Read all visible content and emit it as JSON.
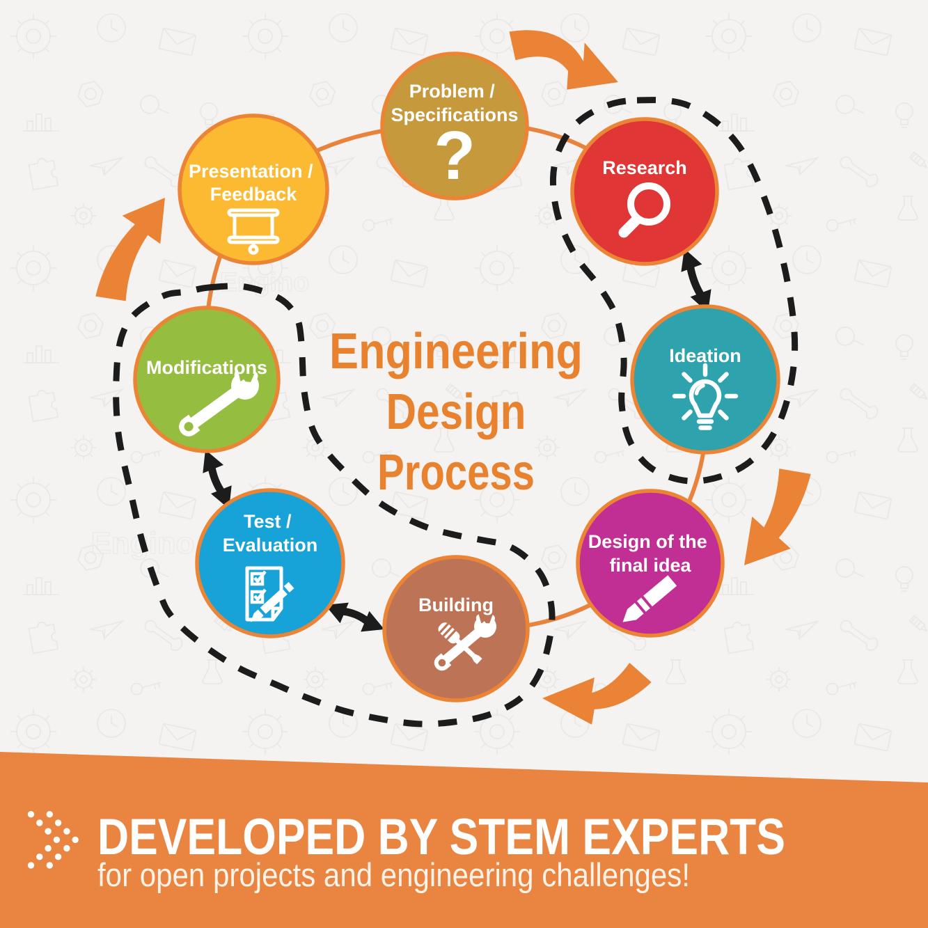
{
  "diagram": {
    "title": {
      "lines": [
        "Engineering",
        "Design",
        "Process"
      ],
      "color": "#e8822f"
    },
    "steps": [
      {
        "id": "problem",
        "label_lines": [
          "Problem /",
          "Specifications"
        ],
        "icon": "question-mark-icon",
        "color": "#c6993d"
      },
      {
        "id": "research",
        "label_lines": [
          "Research"
        ],
        "icon": "magnifier-icon",
        "color": "#e13636"
      },
      {
        "id": "ideation",
        "label_lines": [
          "Ideation"
        ],
        "icon": "light-bulb-icon",
        "color": "#2ea3ad"
      },
      {
        "id": "design",
        "label_lines": [
          "Design of the",
          "final idea"
        ],
        "icon": "pencil-icon",
        "color": "#c12e94"
      },
      {
        "id": "building",
        "label_lines": [
          "Building"
        ],
        "icon": "crossed-tools-icon",
        "color": "#bd7355"
      },
      {
        "id": "test",
        "label_lines": [
          "Test /",
          "Evaluation"
        ],
        "icon": "checklist-pencil-icon",
        "color": "#17a2d8"
      },
      {
        "id": "modifications",
        "label_lines": [
          "Modifications"
        ],
        "icon": "wrench-icon",
        "color": "#95bd40"
      },
      {
        "id": "presentation",
        "label_lines": [
          "Presentation /",
          "Feedback"
        ],
        "icon": "projection-screen-icon",
        "color": "#fbba31"
      }
    ],
    "question_mark_glyph": "?",
    "watermark": "Engino",
    "stroke_color": "#e8813a",
    "connector_color": "#e8823c",
    "arrow_color": "#eb8336",
    "dash_color": "#1c1c1c"
  },
  "banner": {
    "heading": "DEVELOPED BY STEM EXPERTS",
    "subheading": "for open projects and engineering challenges!",
    "color": "#e98540"
  }
}
